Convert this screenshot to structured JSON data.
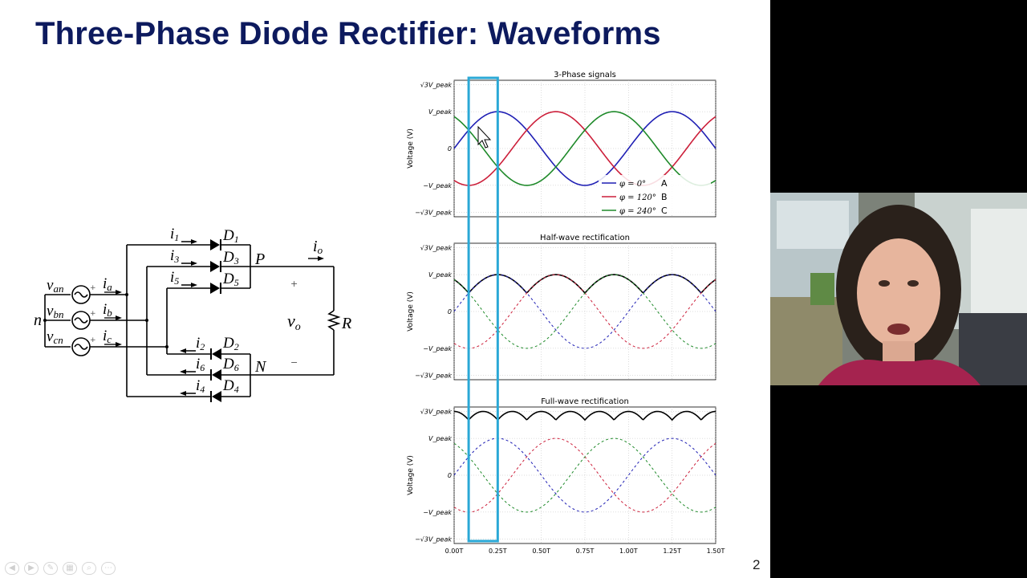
{
  "slide": {
    "title": "Three-Phase Diode Rectifier: Waveforms",
    "slide_number": "2"
  },
  "circuit": {
    "sources": [
      "v_an",
      "v_bn",
      "v_cn"
    ],
    "source_sign": "+",
    "source_sub": {
      "an": "an",
      "bn": "bn",
      "cn": "cn"
    },
    "neutral_label": "n",
    "phase_currents": [
      "i_a",
      "i_b",
      "i_c"
    ],
    "diodes_top": [
      {
        "current": "i",
        "current_sub": "1",
        "diode": "D",
        "diode_sub": "1"
      },
      {
        "current": "i",
        "current_sub": "3",
        "diode": "D",
        "diode_sub": "3"
      },
      {
        "current": "i",
        "current_sub": "5",
        "diode": "D",
        "diode_sub": "5"
      }
    ],
    "diodes_bottom": [
      {
        "current": "i",
        "current_sub": "2",
        "diode": "D",
        "diode_sub": "2"
      },
      {
        "current": "i",
        "current_sub": "6",
        "diode": "D",
        "diode_sub": "6"
      },
      {
        "current": "i",
        "current_sub": "4",
        "diode": "D",
        "diode_sub": "4"
      }
    ],
    "node_p": "P",
    "node_n": "N",
    "output_current": "i",
    "output_current_sub": "o",
    "output_voltage": "v",
    "output_voltage_sub": "o",
    "load": "R",
    "plus": "+",
    "minus": "−",
    "a": "a",
    "b": "b",
    "c": "c",
    "v": "v",
    "i": "i"
  },
  "chart_data": [
    {
      "type": "line",
      "title": "3-Phase signals",
      "ylabel": "Voltage (V)",
      "xlabel": "",
      "x_range": [
        0,
        1.5
      ],
      "x_unit": "T",
      "y_range": [
        -1.732,
        1.732
      ],
      "y_ticks": [
        "√3V_peak",
        "V_peak",
        "0",
        "−V_peak",
        "−√3V_peak"
      ],
      "grid": true,
      "legend": "bottom-right",
      "series": [
        {
          "name": "A",
          "legend_text": "φ = 0°",
          "phase_deg": 0,
          "color": "#1f1fb4",
          "style": "solid"
        },
        {
          "name": "B",
          "legend_text": "φ = 120°",
          "phase_deg": 120,
          "color": "#cc1f3a",
          "style": "solid"
        },
        {
          "name": "C",
          "legend_text": "φ = 240°",
          "phase_deg": 240,
          "color": "#1f8a2a",
          "style": "solid"
        }
      ]
    },
    {
      "type": "line",
      "title": "Half-wave rectification",
      "ylabel": "Voltage (V)",
      "x_range": [
        0,
        1.5
      ],
      "y_range": [
        -1.732,
        1.732
      ],
      "y_ticks": [
        "√3V_peak",
        "V_peak",
        "0",
        "−V_peak",
        "−√3V_peak"
      ],
      "grid": true,
      "series": [
        {
          "name": "",
          "function": "max(A,B,C)",
          "color": "#000000",
          "style": "solid"
        },
        {
          "name": "",
          "function": "A",
          "color": "#1f1fb4",
          "style": "dashed"
        },
        {
          "name": "",
          "function": "B",
          "color": "#cc1f3a",
          "style": "dashed"
        },
        {
          "name": "",
          "function": "C",
          "color": "#1f8a2a",
          "style": "dashed"
        }
      ]
    },
    {
      "type": "line",
      "title": "Full-wave rectification",
      "ylabel": "Voltage (V)",
      "x_range": [
        0,
        1.5
      ],
      "x_ticks": [
        "0.00T",
        "0.25T",
        "0.50T",
        "0.75T",
        "1.00T",
        "1.25T",
        "1.50T"
      ],
      "y_range": [
        -1.732,
        1.732
      ],
      "y_ticks": [
        "√3V_peak",
        "V_peak",
        "0",
        "−V_peak",
        "−√3V_peak"
      ],
      "grid": true,
      "series": [
        {
          "name": "",
          "function": "max(A,B,C)-min(A,B,C)",
          "color": "#000000",
          "style": "solid"
        },
        {
          "name": "",
          "function": "A",
          "color": "#1f1fb4",
          "style": "dashed"
        },
        {
          "name": "",
          "function": "B",
          "color": "#cc1f3a",
          "style": "dashed"
        },
        {
          "name": "",
          "function": "C",
          "color": "#1f8a2a",
          "style": "dashed"
        }
      ]
    }
  ],
  "highlight": {
    "x_start": 0.0833,
    "x_end": 0.25,
    "color": "#2aa8d6"
  },
  "toolbar": [
    "prev",
    "next",
    "pen",
    "slides",
    "zoom",
    "more"
  ],
  "toolbar_glyphs": [
    "◀",
    "▶",
    "✎",
    "▦",
    "⌕",
    "⋯"
  ],
  "video": {
    "description_color": "#6a6f6a"
  }
}
